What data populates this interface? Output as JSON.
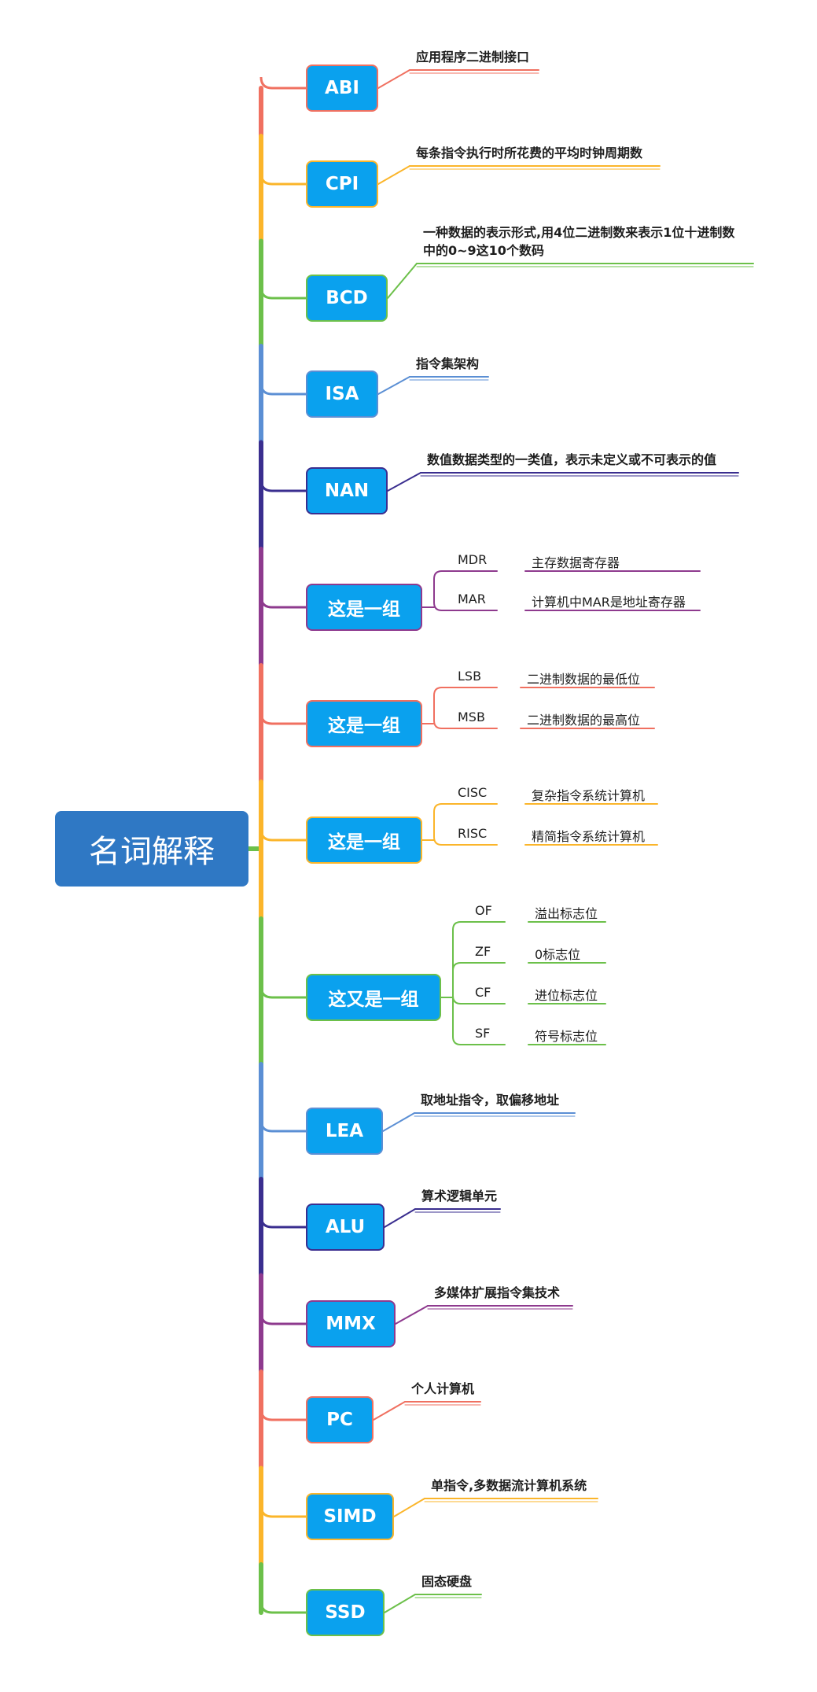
{
  "root": {
    "label": "名词解释"
  },
  "nodes": [
    {
      "label": "ABI",
      "color": "#f07060",
      "desc": [
        "应用程序二进制接口"
      ]
    },
    {
      "label": "CPI",
      "color": "#fbb52a",
      "desc": [
        "每条指令执行时所花费的平均时钟周期数"
      ]
    },
    {
      "label": "BCD",
      "color": "#6cc04a",
      "desc": [
        "一种数据的表示形式,用4位二进制数来表示1位十进制数",
        "中的0~9这10个数码"
      ]
    },
    {
      "label": "ISA",
      "color": "#5b8fd4",
      "desc": [
        "指令集架构"
      ]
    },
    {
      "label": "NAN",
      "color": "#3a2e8f",
      "desc": [
        "数值数据类型的一类值，表示未定义或不可表示的值"
      ]
    },
    {
      "label": "这是一组",
      "color": "#8e3a8e",
      "children": [
        {
          "key": "MDR",
          "value": "主存数据寄存器"
        },
        {
          "key": "MAR",
          "value": "计算机中MAR是地址寄存器"
        }
      ]
    },
    {
      "label": "这是一组",
      "color": "#f07060",
      "children": [
        {
          "key": "LSB",
          "value": "二进制数据的最低位"
        },
        {
          "key": "MSB",
          "value": "二进制数据的最高位"
        }
      ]
    },
    {
      "label": "这是一组",
      "color": "#fbb52a",
      "children": [
        {
          "key": "CISC",
          "value": "复杂指令系统计算机"
        },
        {
          "key": "RISC",
          "value": "精简指令系统计算机"
        }
      ]
    },
    {
      "label": "这又是一组",
      "color": "#6cc04a",
      "children": [
        {
          "key": "OF",
          "value": "溢出标志位"
        },
        {
          "key": "ZF",
          "value": "0标志位"
        },
        {
          "key": "CF",
          "value": "进位标志位"
        },
        {
          "key": "SF",
          "value": "符号标志位"
        }
      ]
    },
    {
      "label": "LEA",
      "color": "#5b8fd4",
      "desc": [
        "取地址指令，取偏移地址"
      ]
    },
    {
      "label": "ALU",
      "color": "#3a2e8f",
      "desc": [
        "算术逻辑单元"
      ]
    },
    {
      "label": "MMX",
      "color": "#8e3a8e",
      "desc": [
        "多媒体扩展指令集技术"
      ]
    },
    {
      "label": "PC",
      "color": "#f07060",
      "desc": [
        "个人计算机"
      ]
    },
    {
      "label": "SIMD",
      "color": "#fbb52a",
      "desc": [
        "单指令,多数据流计算机系统"
      ]
    },
    {
      "label": "SSD",
      "color": "#6cc04a",
      "desc": [
        "固态硬盘"
      ]
    }
  ]
}
